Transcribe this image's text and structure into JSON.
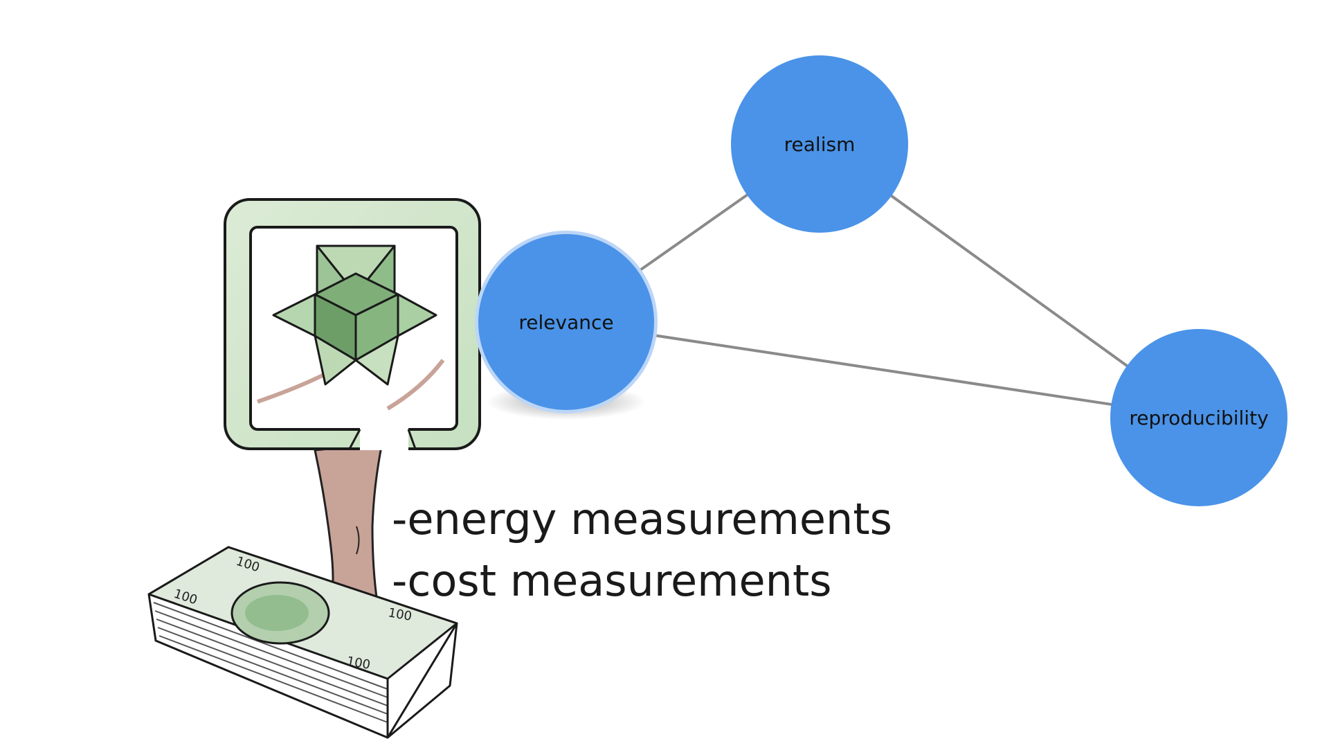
{
  "diagram": {
    "nodes": [
      {
        "id": "relevance",
        "label": "relevance"
      },
      {
        "id": "realism",
        "label": "realism"
      },
      {
        "id": "reproducibility",
        "label": "reproducibility"
      }
    ],
    "edges": [
      {
        "from": "relevance",
        "to": "realism"
      },
      {
        "from": "realism",
        "to": "reproducibility"
      },
      {
        "from": "relevance",
        "to": "reproducibility"
      }
    ],
    "node_color": "#4a93e8",
    "edge_color": "#8a8a8a"
  },
  "bullets": {
    "items": [
      "-energy measurements",
      "-cost measurements"
    ]
  },
  "illustration": {
    "icon": "tree-with-money-stack-icon"
  }
}
